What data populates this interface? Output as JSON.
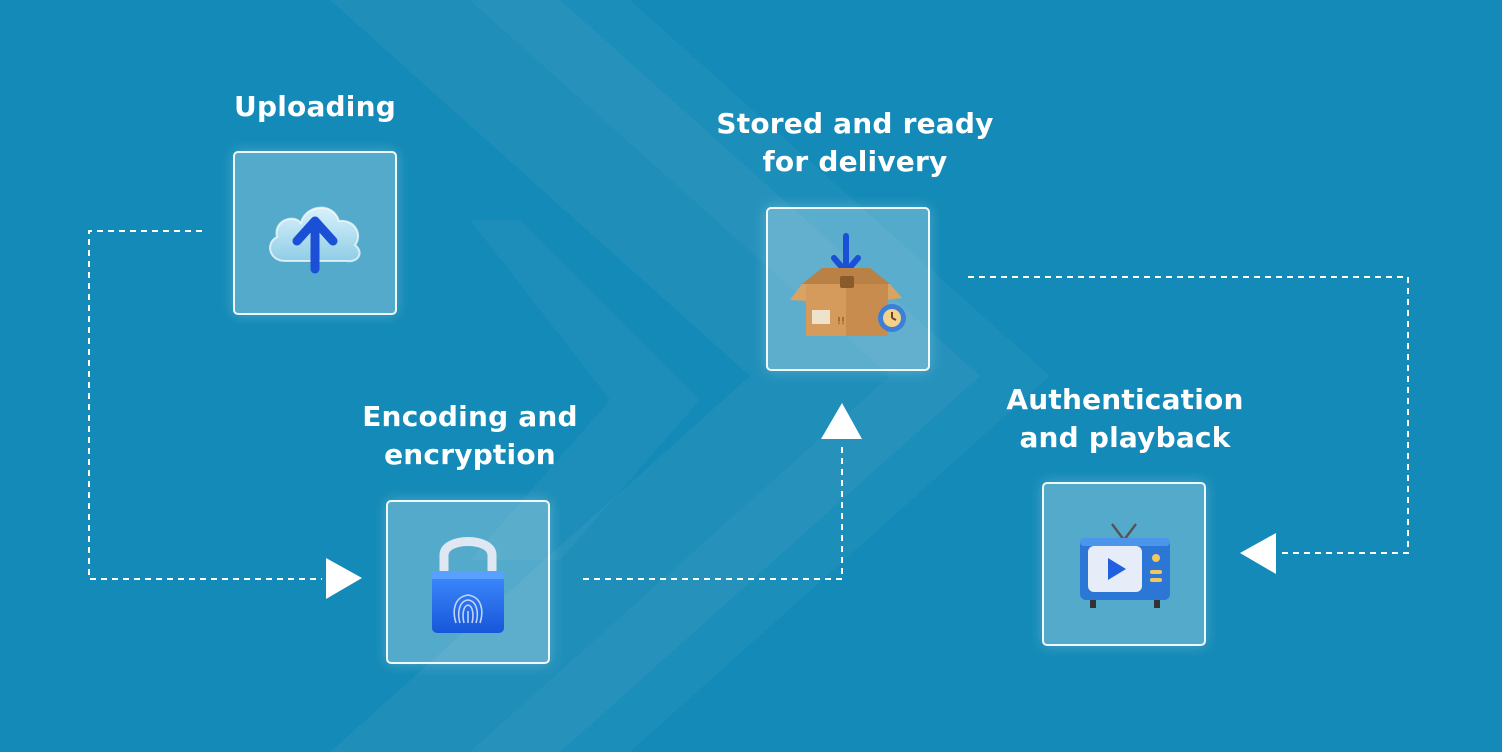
{
  "diagram": {
    "steps": [
      {
        "id": "uploading",
        "title_lines": [
          "Uploading"
        ],
        "icon": "cloud-upload-icon"
      },
      {
        "id": "encoding",
        "title_lines": [
          "Encoding and",
          "encryption"
        ],
        "icon": "fingerprint-padlock-icon"
      },
      {
        "id": "stored",
        "title_lines": [
          "Stored and ready",
          "for delivery"
        ],
        "icon": "package-box-icon"
      },
      {
        "id": "playback",
        "title_lines": [
          "Authentication",
          "and playback"
        ],
        "icon": "tv-play-icon"
      }
    ],
    "colors": {
      "background": "#138ab7",
      "card_fill": "rgba(255,255,255,0.28)",
      "card_border": "#ffffff",
      "text": "#ffffff",
      "connector": "#ffffff",
      "icon_accent": "#1b5ce6"
    }
  }
}
